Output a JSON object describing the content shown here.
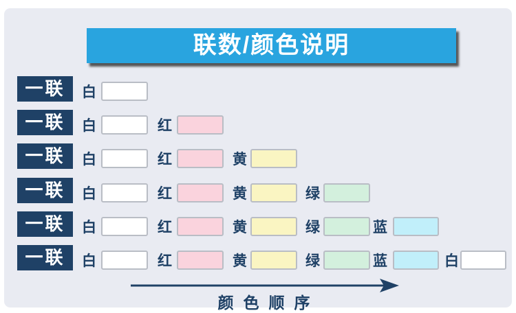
{
  "page": {
    "background": "#FFFFFF",
    "panel_background": "#E9EBF2"
  },
  "header": {
    "title": "联数/颜色说明",
    "background": "#29A4DF",
    "text_color": "#FFFFFF"
  },
  "palette": {
    "navy": "#1F4166",
    "swatch_border": "#B9BDC5",
    "white": "#FFFFFF",
    "pink": "#FAD3DD",
    "yellow": "#FAF5C2",
    "green": "#D3F0DD",
    "blue": "#C1EFFA"
  },
  "rows": [
    {
      "label": "一联",
      "cells": [
        {
          "name": "白",
          "color": "#FFFFFF"
        }
      ]
    },
    {
      "label": "一联",
      "cells": [
        {
          "name": "白",
          "color": "#FFFFFF"
        },
        {
          "name": "红",
          "color": "#FAD3DD"
        }
      ]
    },
    {
      "label": "一联",
      "cells": [
        {
          "name": "白",
          "color": "#FFFFFF"
        },
        {
          "name": "红",
          "color": "#FAD3DD"
        },
        {
          "name": "黄",
          "color": "#FAF5C2"
        }
      ]
    },
    {
      "label": "一联",
      "cells": [
        {
          "name": "白",
          "color": "#FFFFFF"
        },
        {
          "name": "红",
          "color": "#FAD3DD"
        },
        {
          "name": "黄",
          "color": "#FAF5C2"
        },
        {
          "name": "绿",
          "color": "#D3F0DD"
        }
      ]
    },
    {
      "label": "一联",
      "cells": [
        {
          "name": "白",
          "color": "#FFFFFF"
        },
        {
          "name": "红",
          "color": "#FAD3DD"
        },
        {
          "name": "黄",
          "color": "#FAF5C2"
        },
        {
          "name": "绿",
          "color": "#D3F0DD"
        },
        {
          "name": "蓝",
          "color": "#C1EFFA"
        }
      ]
    },
    {
      "label": "一联",
      "cells": [
        {
          "name": "白",
          "color": "#FFFFFF"
        },
        {
          "name": "红",
          "color": "#FAD3DD"
        },
        {
          "name": "黄",
          "color": "#FAF5C2"
        },
        {
          "name": "绿",
          "color": "#D3F0DD"
        },
        {
          "name": "蓝",
          "color": "#C1EFFA"
        },
        {
          "name": "白",
          "color": "#FFFFFF"
        }
      ]
    }
  ],
  "footer": {
    "label": "颜色顺序",
    "arrow_color": "#1F4166"
  }
}
